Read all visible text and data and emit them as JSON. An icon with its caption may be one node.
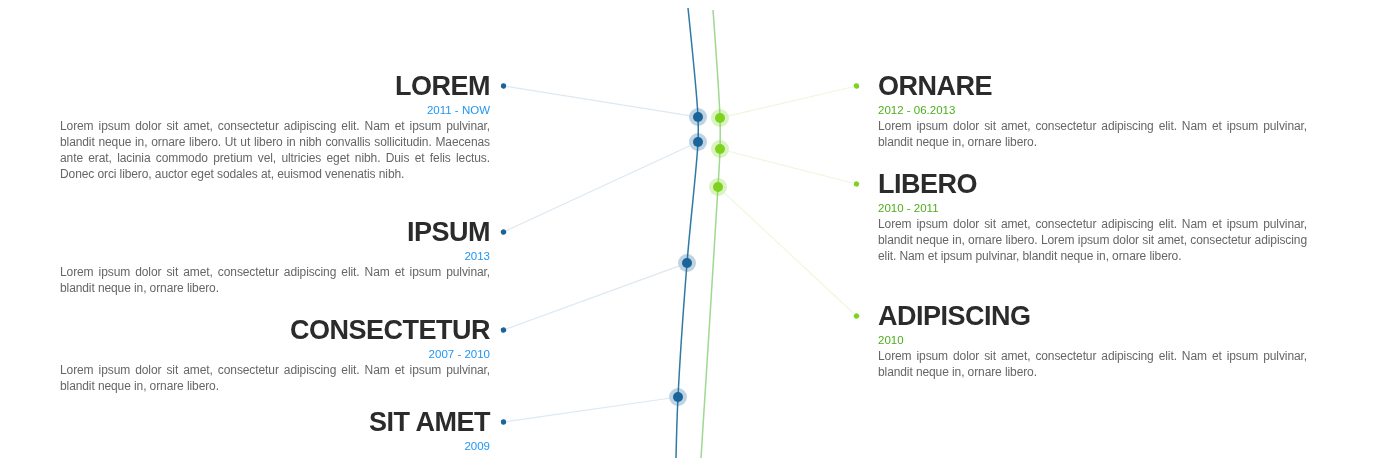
{
  "diagram": {
    "nodes": [
      {
        "text": [
          "LOREM",
          "2011 - NOW",
          "Lorem ipsum dolor sit amet, consectetur adipiscing elit. Nam et ipsum pulvinar, blandit neque in, ornare libero. Ut ut libero in nibh convallis sollicitudin. Maecenas ante erat, lacinia commodo pretium vel, ultricies eget nibh. Duis et felis lectus. Donec orci libero, auctor eget sodales at, euismod venenatis nibh."
        ]
      },
      {
        "text": [
          "IPSUM",
          "2013",
          "Lorem ipsum dolor sit amet, consectetur adipiscing elit. Nam et ipsum pulvinar, blandit neque in, ornare libero."
        ]
      },
      {
        "text": [
          "CONSECTETUR",
          "2007 - 2010",
          "Lorem ipsum dolor sit amet, consectetur adipiscing elit. Nam et ipsum pulvinar, blandit neque in, ornare libero."
        ]
      },
      {
        "text": [
          "SIT AMET",
          "2009"
        ]
      },
      {
        "text": [
          "ORNARE",
          "2012 - 06.2013",
          "Lorem ipsum dolor sit amet, consectetur adipiscing elit. Nam et ipsum pulvinar, blandit neque in, ornare libero."
        ]
      },
      {
        "text": [
          "LIBERO",
          "2010 - 2011",
          "Lorem ipsum dolor sit amet, consectetur adipiscing elit. Nam et ipsum pulvinar, blandit neque in, ornare libero. Lorem ipsum dolor sit amet, consectetur adipiscing elit. Nam et ipsum pulvinar, blandit neque in, ornare libero."
        ]
      },
      {
        "text": [
          "ADIPISCING",
          "2010",
          "Lorem ipsum dolor sit amet, consectetur adipiscing elit. Nam et ipsum pulvinar, blandit neque in, ornare libero."
        ]
      },
      {
        "text": [],
        "shape": "circle"
      },
      {
        "text": [],
        "shape": "circle"
      },
      {
        "text": [],
        "shape": "circle"
      },
      {
        "text": [],
        "shape": "circle"
      },
      {
        "text": [],
        "shape": "circle"
      },
      {
        "text": [],
        "shape": "circle"
      },
      {
        "text": [],
        "shape": "circle"
      }
    ],
    "edges": [
      {
        "from": 0,
        "to": 7,
        "arrow": "other"
      },
      {
        "from": 1,
        "to": 9,
        "arrow": "other"
      },
      {
        "from": 2,
        "to": 12,
        "arrow": "other"
      },
      {
        "from": 3,
        "to": 13,
        "arrow": "other"
      },
      {
        "from": 4,
        "to": 8,
        "arrow": "other",
        "color": "#7ed321"
      },
      {
        "from": 5,
        "to": 10,
        "arrow": "other",
        "color": "#7ed321"
      },
      {
        "from": 6,
        "to": 11,
        "arrow": "other",
        "color": "#7ed321"
      }
    ]
  }
}
